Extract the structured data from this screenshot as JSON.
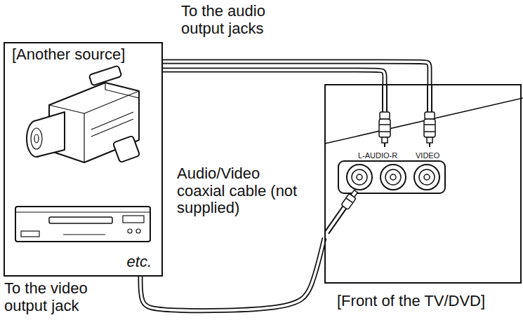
{
  "diagram": {
    "nodes": [
      {
        "text": [
          "[Another source]",
          "etc."
        ]
      },
      {
        "text": [
          "L-AUDIO-R",
          "VIDEO",
          "[Front of the TV/DVD]"
        ]
      }
    ],
    "edges": [
      {
        "from": 0,
        "to": 1,
        "arrow": "none"
      },
      {
        "from": 0,
        "to": 1,
        "arrow": "none"
      },
      {
        "from": 0,
        "to": 1,
        "arrow": "none"
      }
    ],
    "labels": [
      "To the audio output jacks",
      "Audio/Video coaxial cable (not supplied)",
      "To the video output jack"
    ]
  }
}
